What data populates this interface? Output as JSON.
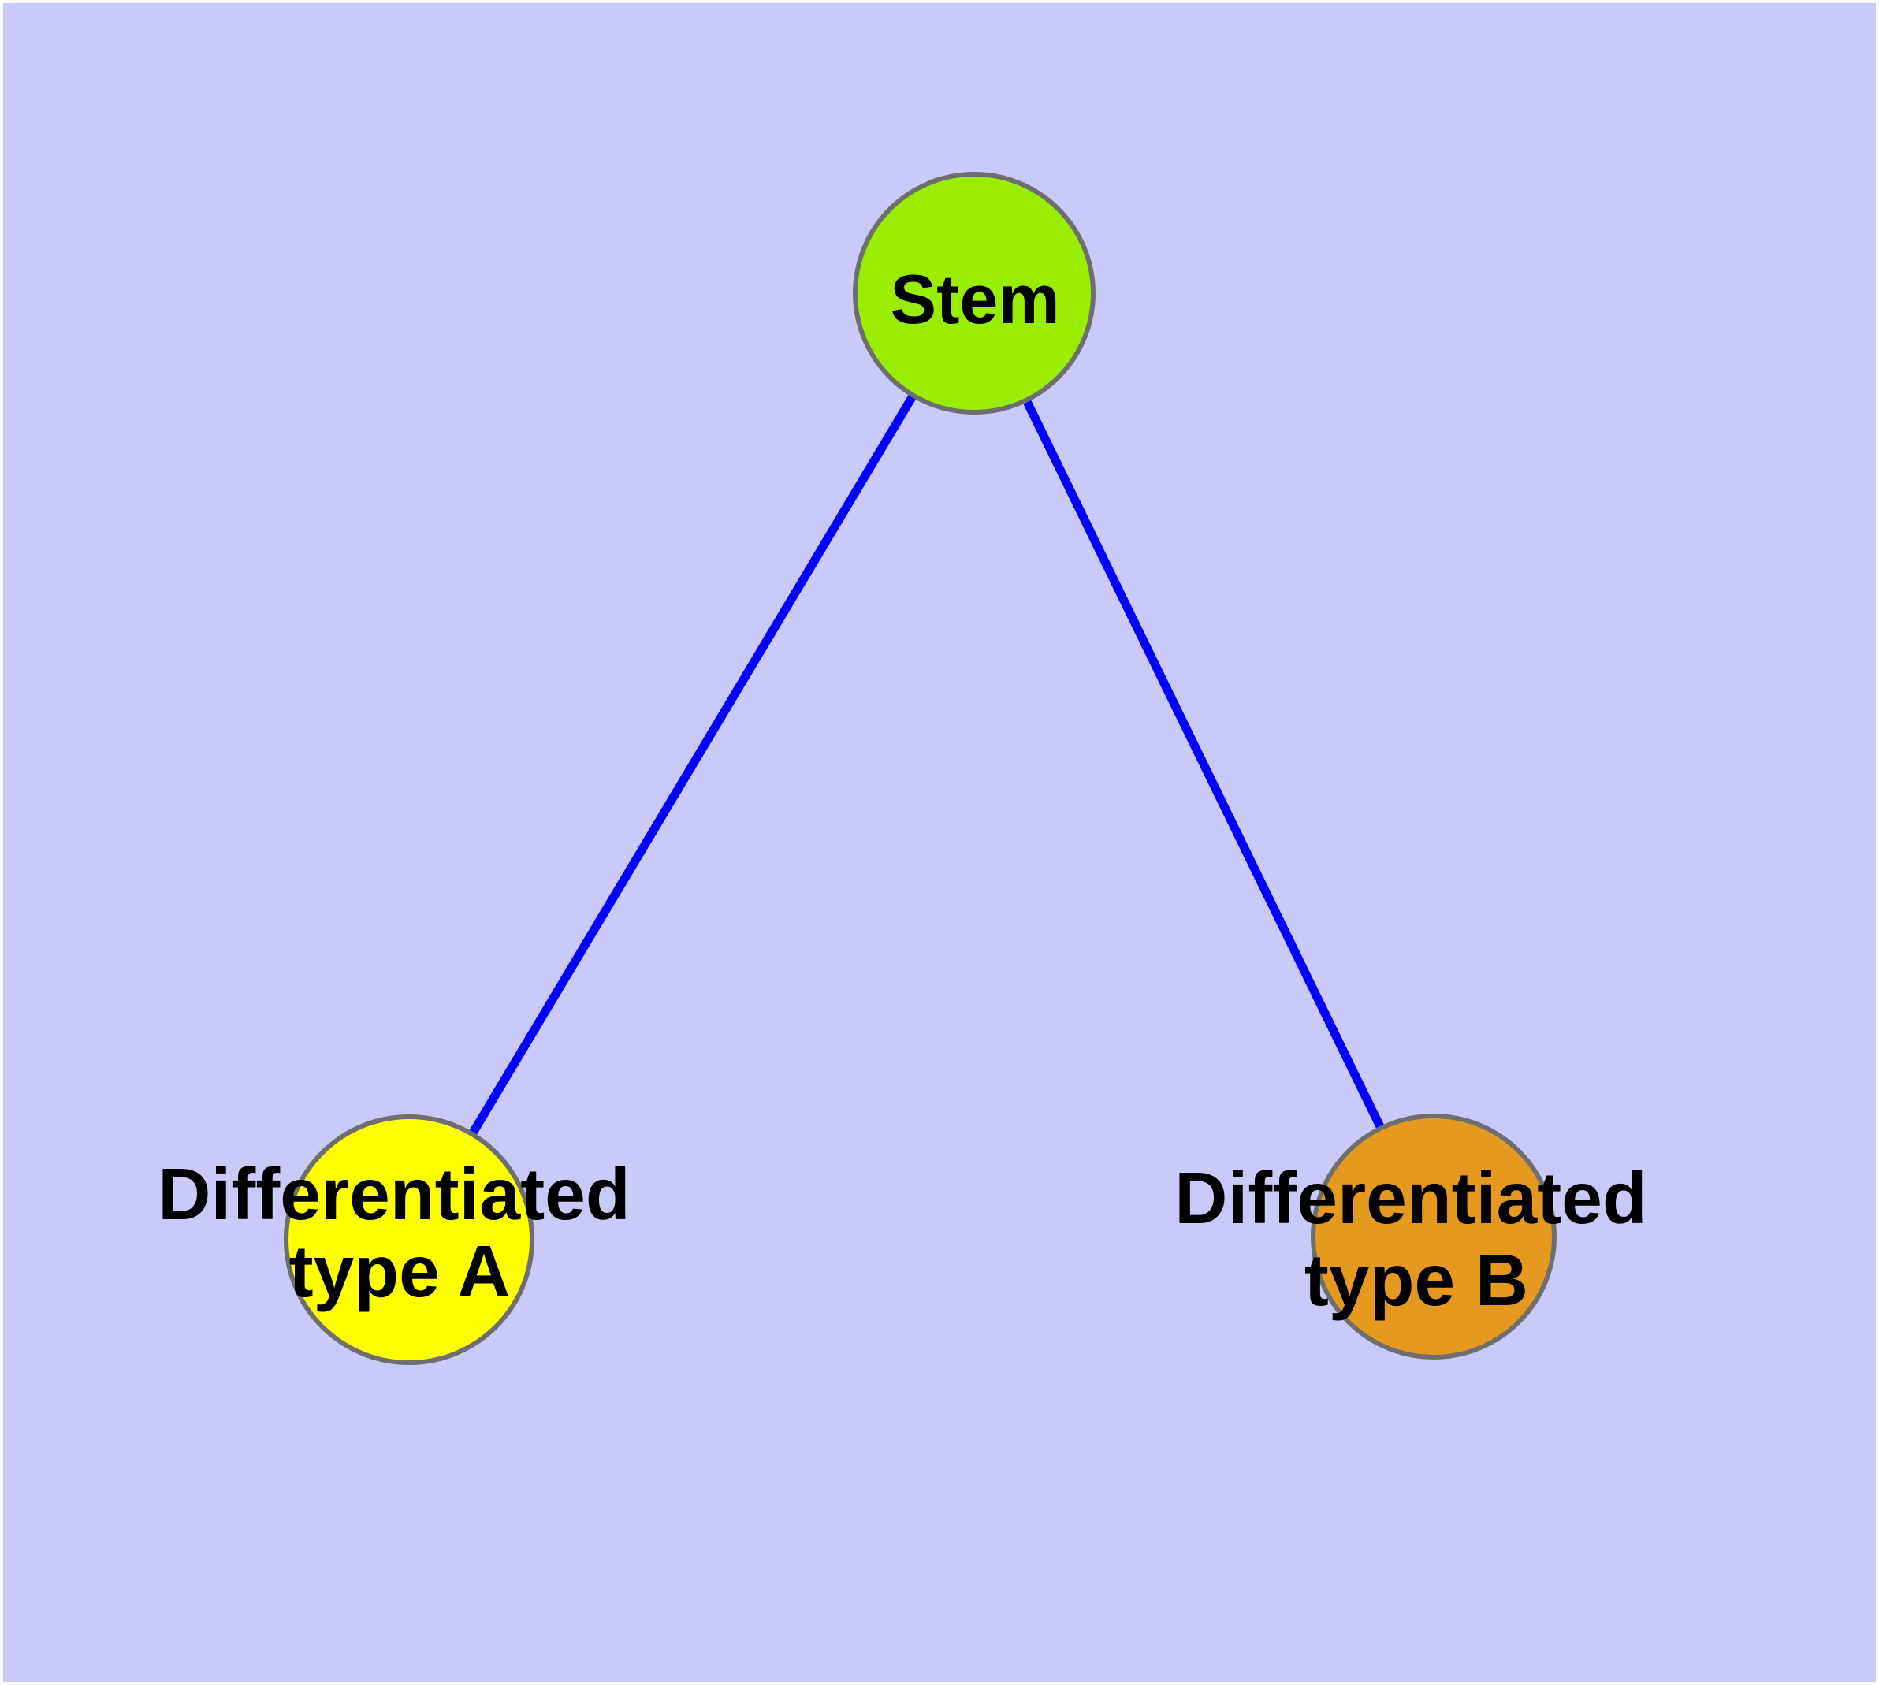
{
  "figure": {
    "background_color": "#C9C9FA",
    "frame_color": "#FFFFFF",
    "edge_color": "#0000FF",
    "node_border_color": "#6E6E6E",
    "text_color": "#000000"
  },
  "nodes": {
    "stem": {
      "label": "Stem",
      "fill": "#9AEC00"
    },
    "type_a": {
      "label_line1": "Differentiated",
      "label_line2": "type A",
      "fill": "#FFFF00"
    },
    "type_b": {
      "label_line1": "Differentiated",
      "label_line2": "type B",
      "fill": "#E6991F"
    }
  },
  "edges": [
    {
      "from": "Stem",
      "to": "Differentiated type A"
    },
    {
      "from": "Stem",
      "to": "Differentiated type B"
    }
  ]
}
